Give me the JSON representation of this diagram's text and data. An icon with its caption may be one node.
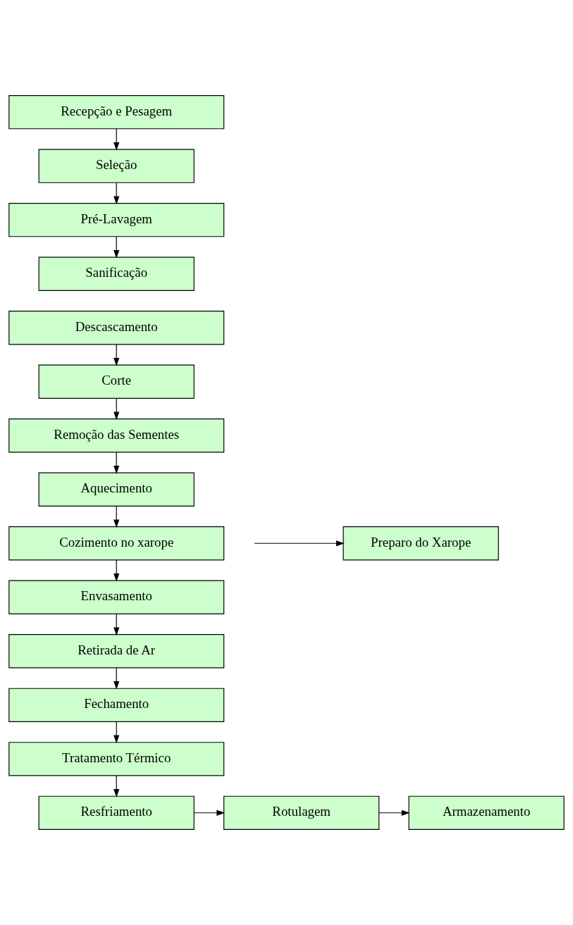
{
  "diagram": {
    "nodes": [
      {
        "text": [
          "Recepção e Pesagem"
        ]
      },
      {
        "text": [
          "Seleção"
        ]
      },
      {
        "text": [
          "Pré-Lavagem"
        ]
      },
      {
        "text": [
          "Sanificação"
        ]
      },
      {
        "text": [
          "Descascamento"
        ]
      },
      {
        "text": [
          "Corte"
        ]
      },
      {
        "text": [
          "Remoção das Sementes"
        ]
      },
      {
        "text": [
          "Aquecimento"
        ]
      },
      {
        "text": [
          "Preparo do Xarope"
        ]
      },
      {
        "text": [
          "Cozimento no xarope"
        ]
      },
      {
        "text": [
          "Envasamento"
        ]
      },
      {
        "text": [
          "Retirada de Ar"
        ]
      },
      {
        "text": [
          "Fechamento"
        ]
      },
      {
        "text": [
          "Tratamento Térmico"
        ]
      },
      {
        "text": [
          "Resfriamento"
        ]
      },
      {
        "text": [
          "Rotulagem"
        ]
      },
      {
        "text": [
          "Armazenamento"
        ]
      }
    ],
    "edges": [
      {
        "from": 0,
        "to": 1,
        "arrow": "to"
      },
      {
        "from": 1,
        "to": 2,
        "arrow": "to"
      },
      {
        "from": 2,
        "to": 3,
        "arrow": "to"
      },
      {
        "from": 4,
        "to": 5,
        "arrow": "to"
      },
      {
        "from": 5,
        "to": 6,
        "arrow": "to"
      },
      {
        "from": 6,
        "to": 7,
        "arrow": "to"
      },
      {
        "from": 7,
        "to": 9,
        "arrow": "to"
      },
      {
        "from": null,
        "to": 8,
        "arrow": "to"
      },
      {
        "from": 9,
        "to": 10,
        "arrow": "to"
      },
      {
        "from": 10,
        "to": 11,
        "arrow": "to"
      },
      {
        "from": 11,
        "to": 12,
        "arrow": "to"
      },
      {
        "from": 12,
        "to": 13,
        "arrow": "to"
      },
      {
        "from": 13,
        "to": 14,
        "arrow": "to"
      },
      {
        "from": 14,
        "to": 15,
        "arrow": "to"
      },
      {
        "from": 15,
        "to": 16,
        "arrow": "to"
      }
    ]
  }
}
